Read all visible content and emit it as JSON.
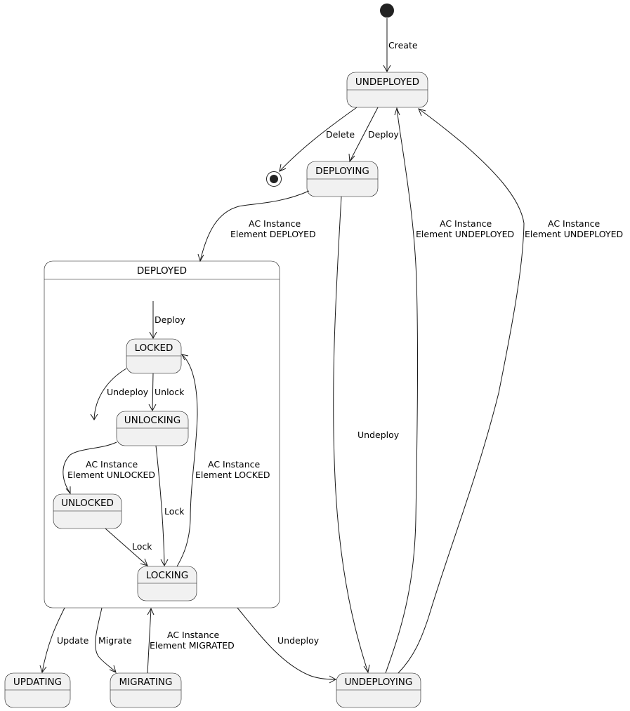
{
  "states": {
    "undeployed": "UNDEPLOYED",
    "deploying": "DEPLOYING",
    "deployed": "DEPLOYED",
    "locked": "LOCKED",
    "unlocking": "UNLOCKING",
    "unlocked": "UNLOCKED",
    "locking": "LOCKING",
    "updating": "UPDATING",
    "migrating": "MIGRATING",
    "undeploying": "UNDEPLOYING"
  },
  "transitions": {
    "create": "Create",
    "delete": "Delete",
    "deploy": "Deploy",
    "deployed_l1": "AC Instance",
    "deployed_l2": "Element DEPLOYED",
    "undeploy_from_deploying": "Undeploy",
    "undeployed_a_l1": "AC Instance",
    "undeployed_a_l2": "Element UNDEPLOYED",
    "undeployed_b_l1": "AC Instance",
    "undeployed_b_l2": "Element UNDEPLOYED",
    "inner_deploy": "Deploy",
    "inner_undeploy": "Undeploy",
    "unlock": "Unlock",
    "unlocked_l1": "AC Instance",
    "unlocked_l2": "Element UNLOCKED",
    "lock_from_unlocking": "Lock",
    "locked_l1": "AC Instance",
    "locked_l2": "Element LOCKED",
    "lock_from_unlocked": "Lock",
    "update": "Update",
    "migrate": "Migrate",
    "migrated_l1": "AC Instance",
    "migrated_l2": "Element MIGRATED",
    "undeploy_from_deployed": "Undeploy"
  }
}
